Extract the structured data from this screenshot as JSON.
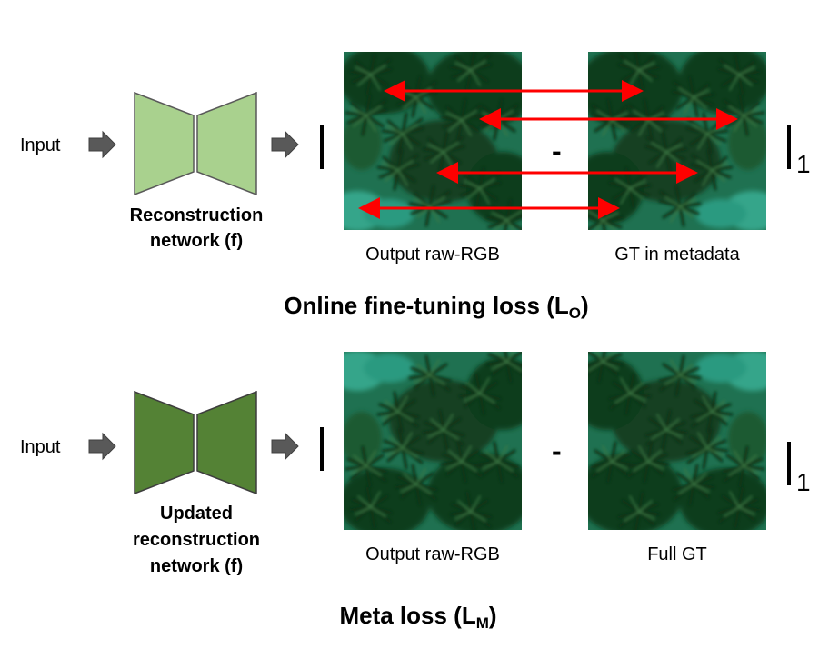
{
  "top": {
    "input_label": "Input",
    "network_label": [
      "Reconstruction",
      "network (f)"
    ],
    "output_caption": "Output raw-RGB",
    "gt_caption": "GT in metadata",
    "minus": "-",
    "norm_subscript": "1",
    "loss_title": "Online fine-tuning loss (L",
    "loss_sub": "O",
    "loss_close": ")",
    "network_color": "#a9d18e"
  },
  "bottom": {
    "input_label": "Input",
    "network_label": [
      "Updated",
      "reconstruction",
      "network (f)"
    ],
    "output_caption": "Output raw-RGB",
    "gt_caption": "Full GT",
    "minus": "-",
    "norm_subscript": "1",
    "loss_title": "Meta loss (L",
    "loss_sub": "M",
    "loss_close": ")",
    "network_color": "#548235"
  },
  "colors": {
    "arrow_gray": "#595959",
    "correspondence_red": "#ff0000",
    "image_teal": "#2a9a80",
    "image_foliage": "#0f3d1c"
  },
  "icons": {
    "input_arrow": "block-arrow-right-icon",
    "network": "encoder-decoder-icon",
    "correspondence": "double-headed-arrow-icon"
  }
}
